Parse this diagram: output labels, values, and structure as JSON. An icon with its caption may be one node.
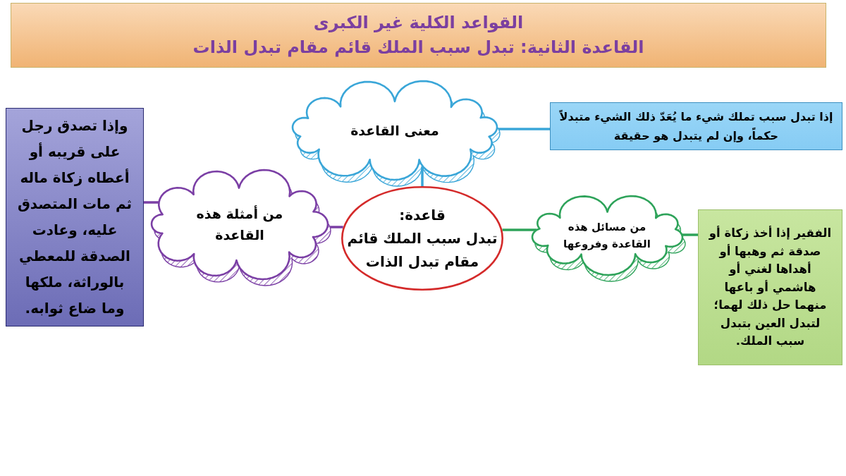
{
  "diagram": {
    "nodes": [
      {
        "text": [
          "القواعد الكلية غير الكبرى",
          "القاعدة الثانية: تبدل سبب الملك قائم مقام تبدل الذات"
        ]
      },
      {
        "text": [
          "قاعدة:",
          "تبدل سبب الملك قائم مقام تبدل الذات"
        ]
      },
      {
        "text": [
          "معنى القاعدة"
        ]
      },
      {
        "text": [
          "إذا تبدل سبب تملك شيء ما يُعَدّ ذلك الشيء متبدلاً حكماً، وإن لم يتبدل هو حقيقة"
        ]
      },
      {
        "text": [
          "من مسائل هذه القاعدة وفروعها"
        ]
      },
      {
        "text": [
          "الفقير إذا أخذ زكاة أو صدقة ثم وهبها أو أهداها لغني أو هاشمي أو باعها منهما حل ذلك لهما؛ لتبدل العين بتبدل سبب الملك."
        ]
      },
      {
        "text": [
          "من أمثلة هذه القاعدة"
        ]
      },
      {
        "text": [
          "وإذا تصدق رجل على قريبه أو أعطاه زكاة ماله ثم مات المتصدق عليه، وعادت الصدقة للمعطي بالوراثة، ملكها وما ضاع ثوابه."
        ]
      }
    ],
    "edges": [
      {
        "from": 1,
        "to": 2,
        "arrow": "none",
        "color": "#3aa6d8"
      },
      {
        "from": 2,
        "to": 3,
        "arrow": "none",
        "color": "#3aa6d8"
      },
      {
        "from": 1,
        "to": 4,
        "arrow": "none",
        "color": "#2ea35a"
      },
      {
        "from": 4,
        "to": 5,
        "arrow": "none",
        "color": "#2ea35a"
      },
      {
        "from": 1,
        "to": 6,
        "arrow": "none",
        "color": "#7b3fa5"
      },
      {
        "from": 6,
        "to": 7,
        "arrow": "none",
        "color": "#7b3fa5"
      }
    ]
  }
}
